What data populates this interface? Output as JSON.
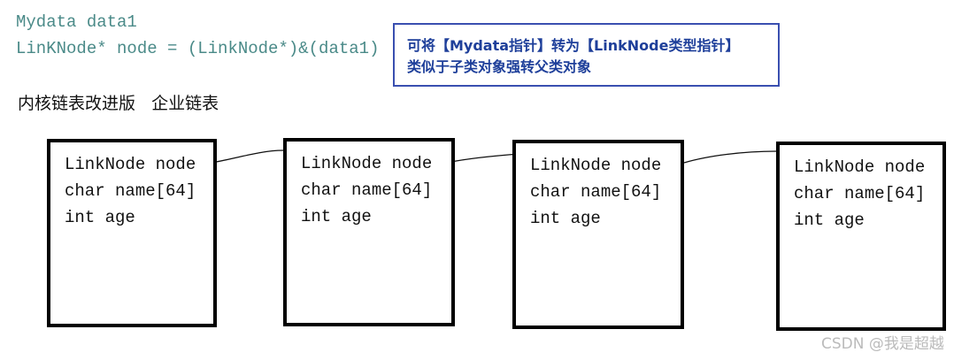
{
  "code": {
    "line1": "Mydata data1",
    "line2": "LinKNode* node = (LinkNode*)&(data1)"
  },
  "callout": {
    "line1": "可将【Mydata指针】转为【LinkNode类型指针】",
    "line2": "类似于子类对象强转父类对象"
  },
  "heading": "内核链表改进版   企业链表",
  "nodes": [
    {
      "field1": "LinkNode node",
      "field2": "char name[64]",
      "field3": "int age"
    },
    {
      "field1": "LinkNode node",
      "field2": "char name[64]",
      "field3": "int age"
    },
    {
      "field1": "LinkNode node",
      "field2": "char name[64]",
      "field3": "int age"
    },
    {
      "field1": "LinkNode node",
      "field2": "char name[64]",
      "field3": "int age"
    }
  ],
  "watermark": "CSDN @我是超越",
  "colors": {
    "code_text": "#4a8a88",
    "callout_border": "#3a4fb0",
    "callout_text": "#1e3f9a",
    "box_border": "#000000",
    "watermark": "#bbbbbb"
  }
}
